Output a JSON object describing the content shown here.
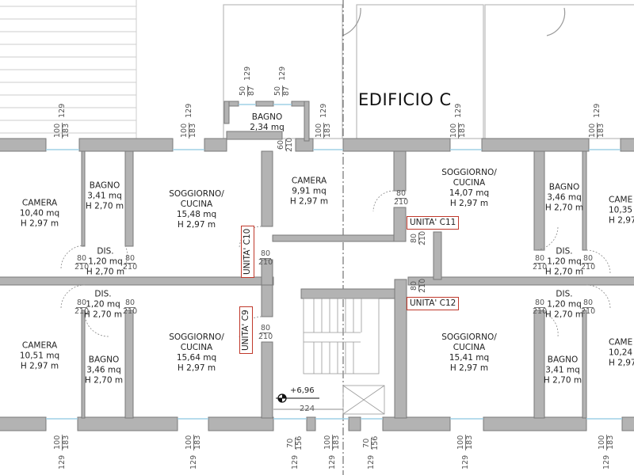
{
  "title": "EDIFICIO C",
  "rooms": {
    "camera_c10": {
      "name": "CAMERA",
      "area": "10,40 mq",
      "height": "H 2,97 m"
    },
    "bagno_c10": {
      "name": "BAGNO",
      "area": "3,41 mq",
      "height": "H 2,70 m"
    },
    "soggiorno_c10": {
      "name": "SOGGIORNO/",
      "name2": "CUCINA",
      "area": "15,48 mq",
      "height": "H 2,97 m"
    },
    "dis_c10": {
      "name": "DIS.",
      "area": "1,20 mq",
      "height": "H 2,70 m"
    },
    "bagno_top": {
      "name": "BAGNO",
      "area": "2,34 mq"
    },
    "camera_c11": {
      "name": "CAMERA",
      "area": "9,91 mq",
      "height": "H 2,97 m"
    },
    "soggiorno_c11": {
      "name": "SOGGIORNO/",
      "name2": "CUCINA",
      "area": "14,07 mq",
      "height": "H 2,97 m"
    },
    "bagno_c11": {
      "name": "BAGNO",
      "area": "3,46 mq",
      "height": "H 2,70 m"
    },
    "dis_c11": {
      "name": "DIS.",
      "area": "1,20 mq",
      "height": "H 2,70 m"
    },
    "camera_c11b": {
      "name": "CAME",
      "area": "10,35",
      "height": "H 2,97"
    },
    "dis_c9": {
      "name": "DIS.",
      "area": "1,20 mq",
      "height": "H 2,70 m"
    },
    "camera_c9": {
      "name": "CAMERA",
      "area": "10,51 mq",
      "height": "H 2,97 m"
    },
    "bagno_c9": {
      "name": "BAGNO",
      "area": "3,46 mq",
      "height": "H 2,70 m"
    },
    "soggiorno_c9": {
      "name": "SOGGIORNO/",
      "name2": "CUCINA",
      "area": "15,64 mq",
      "height": "H 2,97 m"
    },
    "soggiorno_c12": {
      "name": "SOGGIORNO/",
      "name2": "CUCINA",
      "area": "15,41 mq",
      "height": "H 2,97 m"
    },
    "dis_c12": {
      "name": "DIS.",
      "area": "1,20 mq",
      "height": "H 2,70 m"
    },
    "bagno_c12": {
      "name": "BAGNO",
      "area": "3,41 mq",
      "height": "H 2,70 m"
    },
    "camera_c12b": {
      "name": "CAME",
      "area": "10,24",
      "height": "H 2,97"
    }
  },
  "units": {
    "c10": "UNITA' C10",
    "c11": "UNITA' C11",
    "c9": "UNITA' C9",
    "c12": "UNITA' C12"
  },
  "window_dims": {
    "sill": "129",
    "width": "100",
    "height": "183",
    "small_width": "70",
    "small_height": "156",
    "bath_sill": "129",
    "bath_width": "50",
    "bath_height": "87"
  },
  "door_dims": {
    "width": "80",
    "height": "210",
    "small_width": "60"
  },
  "elevation": "+6,96",
  "stair_width": "224",
  "colors": {
    "wall": "#b3b3b3",
    "wall_stroke": "#7a7a7a",
    "unit_border": "#c0392b",
    "glass": "#bfe0ef"
  }
}
